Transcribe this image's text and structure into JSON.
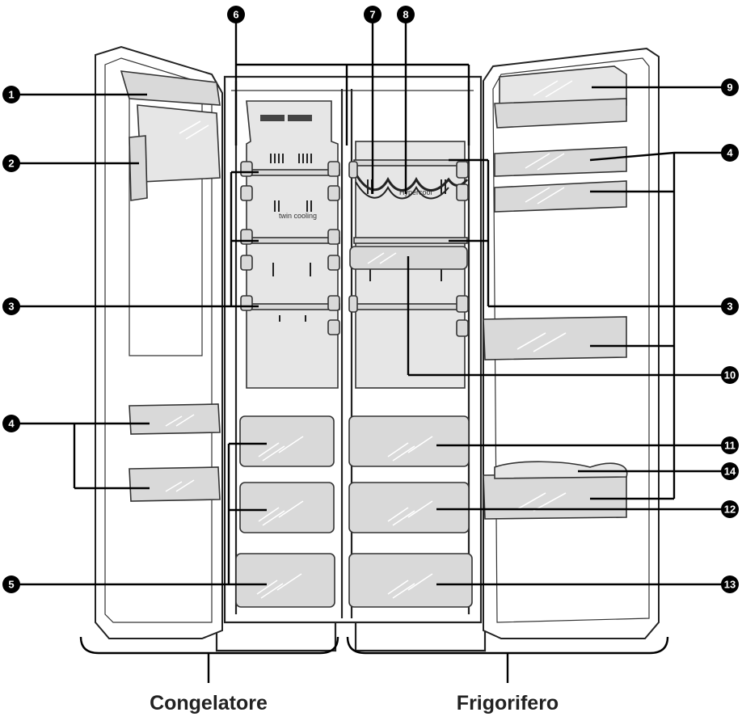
{
  "labels": {
    "b1": "1",
    "b2": "2",
    "b3a": "3",
    "b3b": "3",
    "b4a": "4",
    "b4b": "4",
    "b5": "5",
    "b6": "6",
    "b7": "7",
    "b8": "8",
    "b9": "9",
    "b10": "10",
    "b11": "11",
    "b12": "12",
    "b13": "13",
    "b14": "14"
  },
  "captions": {
    "freezer": "Congelatore",
    "fridge": "Frigorifero"
  },
  "inner_text": {
    "freezer_panel": "twin cooling",
    "fridge_panel": "Hypercool"
  }
}
